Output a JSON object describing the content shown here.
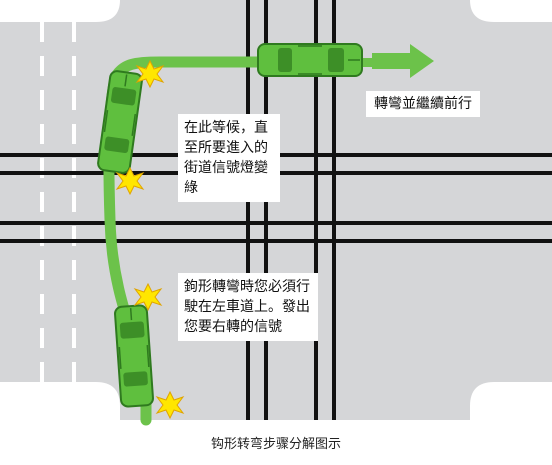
{
  "labels": {
    "wait": "在此等候，直至所要進入的街道信號燈變綠",
    "continue": "轉彎並繼續前行",
    "hook_turn": "鉤形轉彎時您必須行駛在左車道上。發出您要右轉的信號"
  },
  "caption": "钩形转弯步骤分解图示",
  "colors": {
    "road": "#d5d6d8",
    "corner": "#ffffff",
    "car": "#5fbf3e",
    "car_dark": "#2f7a1f",
    "path": "#6cc24a",
    "tram_line": "#111111",
    "flash": "#ffe600"
  },
  "icons": [
    "car-icon",
    "signal-flash-icon",
    "arrow-right-icon"
  ]
}
